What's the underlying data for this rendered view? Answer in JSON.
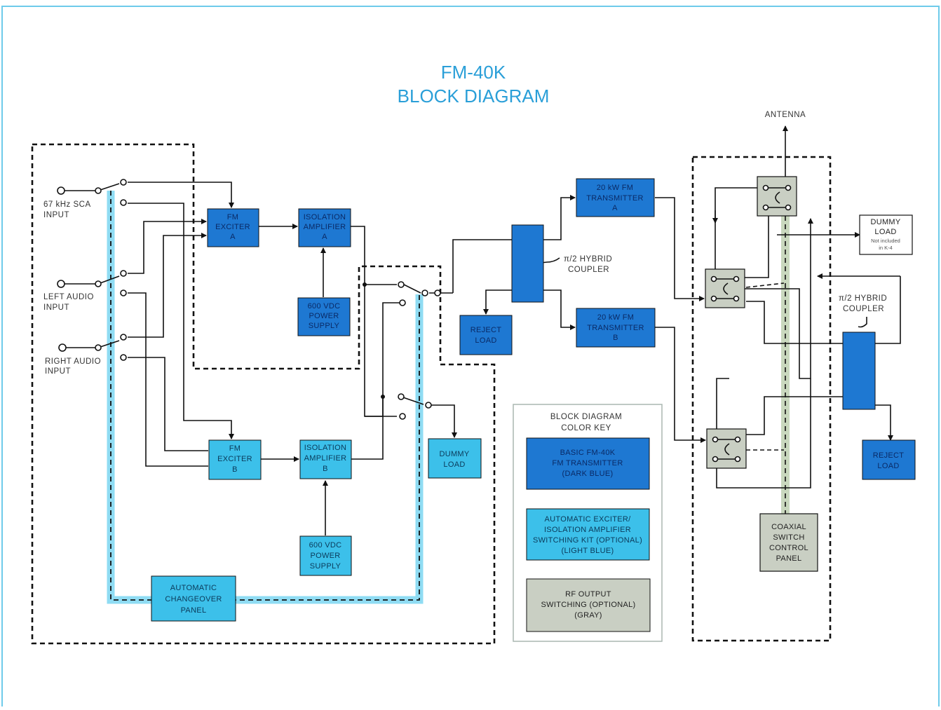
{
  "title": {
    "line1": "FM-40K",
    "line2": "BLOCK DIAGRAM"
  },
  "colors": {
    "dark_blue": "#1e78d2",
    "light_blue": "#3cc0ea",
    "gray": "#c9cfc3",
    "title": "#2a9fd8",
    "frame": "#6ecbea"
  },
  "inputs": {
    "sca": [
      "67 kHz SCA",
      "INPUT"
    ],
    "left": [
      "LEFT AUDIO",
      "INPUT"
    ],
    "right": [
      "RIGHT AUDIO",
      "INPUT"
    ]
  },
  "blocks": {
    "exciter_a": [
      "FM",
      "EXCITER",
      "A"
    ],
    "iso_a": [
      "ISOLATION",
      "AMPLIFIER",
      "A"
    ],
    "psu_a": [
      "600 VDC",
      "POWER",
      "SUPPLY"
    ],
    "exciter_b": [
      "FM",
      "EXCITER",
      "B"
    ],
    "iso_b": [
      "ISOLATION",
      "AMPLIFIER",
      "B"
    ],
    "psu_b": [
      "600 VDC",
      "POWER",
      "SUPPLY"
    ],
    "auto_panel": [
      "AUTOMATIC",
      "CHANGEOVER",
      "PANEL"
    ],
    "dummy_load_mid": [
      "DUMMY",
      "LOAD"
    ],
    "reject_load_1": [
      "REJECT",
      "LOAD"
    ],
    "tx_a": [
      "20 kW FM",
      "TRANSMITTER",
      "A"
    ],
    "tx_b": [
      "20 kW FM",
      "TRANSMITTER",
      "B"
    ],
    "dummy_load_right": [
      "DUMMY",
      "LOAD"
    ],
    "dummy_note": [
      "Not included",
      "in K-4"
    ],
    "reject_load_2": [
      "REJECT",
      "LOAD"
    ],
    "coax_panel": [
      "COAXIAL",
      "SWITCH",
      "CONTROL",
      "PANEL"
    ]
  },
  "labels": {
    "antenna": "ANTENNA",
    "hybrid_1": [
      "π/2 HYBRID",
      "COUPLER"
    ],
    "hybrid_2": [
      "π/2 HYBRID",
      "COUPLER"
    ]
  },
  "key": {
    "title": [
      "BLOCK DIAGRAM",
      "COLOR KEY"
    ],
    "dark": [
      "BASIC FM-40K",
      "FM TRANSMITTER",
      "(DARK BLUE)"
    ],
    "light": [
      "AUTOMATIC EXCITER/",
      "ISOLATION AMPLIFIER",
      "SWITCHING KIT (OPTIONAL)",
      "(LIGHT BLUE)"
    ],
    "gray": [
      "RF OUTPUT",
      "SWITCHING (OPTIONAL)",
      "(GRAY)"
    ]
  }
}
